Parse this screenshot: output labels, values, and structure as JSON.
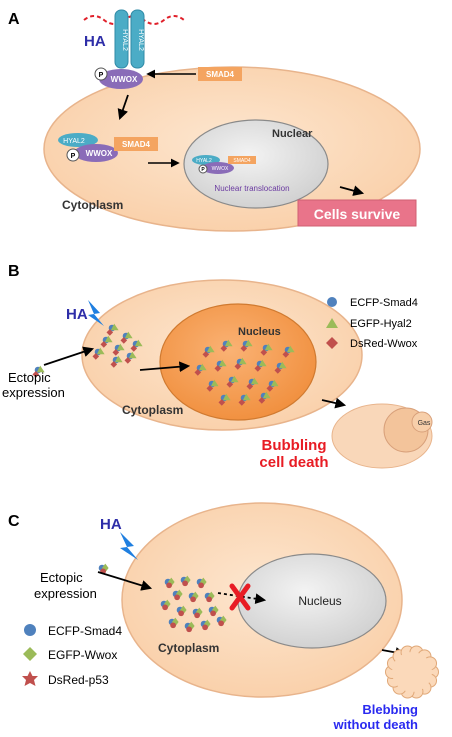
{
  "panel_a": {
    "letter": "A",
    "ha": "HA",
    "receptor_label": "HYAL2",
    "p": "P",
    "wwox": "WWOX",
    "smad4": "SMAD4",
    "hyal2": "HYAL2",
    "nuclear": "Nuclear",
    "nuclear_translocation": "Nuclear translocation",
    "cytoplasm": "Cytoplasm",
    "cells_survive": "Cells survive"
  },
  "panel_b": {
    "letter": "B",
    "ha": "HA",
    "legend": [
      {
        "label": "ECFP-Smad4",
        "shape": "circle",
        "color": "#4f81bd"
      },
      {
        "label": "EGFP-Hyal2",
        "shape": "triangle",
        "color": "#9bbb59"
      },
      {
        "label": "DsRed-Wwox",
        "shape": "diamond",
        "color": "#c0504d"
      }
    ],
    "nucleus": "Nucleus",
    "ectopic_expression": [
      "Ectopic",
      "expression"
    ],
    "cytoplasm": "Cytoplasm",
    "gas": "Gas",
    "outcome": [
      "Bubbling",
      "cell death"
    ]
  },
  "panel_c": {
    "letter": "C",
    "ha": "HA",
    "ectopic_expression": [
      "Ectopic",
      "expression"
    ],
    "nucleus": "Nucleus",
    "cytoplasm": "Cytoplasm",
    "legend": [
      {
        "label": "ECFP-Smad4",
        "shape": "circle",
        "color": "#4f81bd"
      },
      {
        "label": "EGFP-Wwox",
        "shape": "diamond",
        "color": "#9bbb59"
      },
      {
        "label": "DsRed-p53",
        "shape": "star",
        "color": "#c0504d"
      }
    ],
    "outcome": [
      "Blebbing",
      "without death"
    ]
  },
  "colors": {
    "cell_fill": "#fbdcbf",
    "cell_stroke": "#e8b48c",
    "nucleus_gray": "#e4e4e4",
    "nucleus_orange": "#f7a55a",
    "wwox_purple": "#8a6cb8",
    "smad4_orange": "#f4a460",
    "hyal2_teal": "#4bacc6",
    "ha_blue": "#2e2ea8",
    "death_red": "#e81c24",
    "survive_pink": "#e9748a",
    "blebbing_blue": "#2a2af0",
    "lightning": "#1f7fe0"
  }
}
